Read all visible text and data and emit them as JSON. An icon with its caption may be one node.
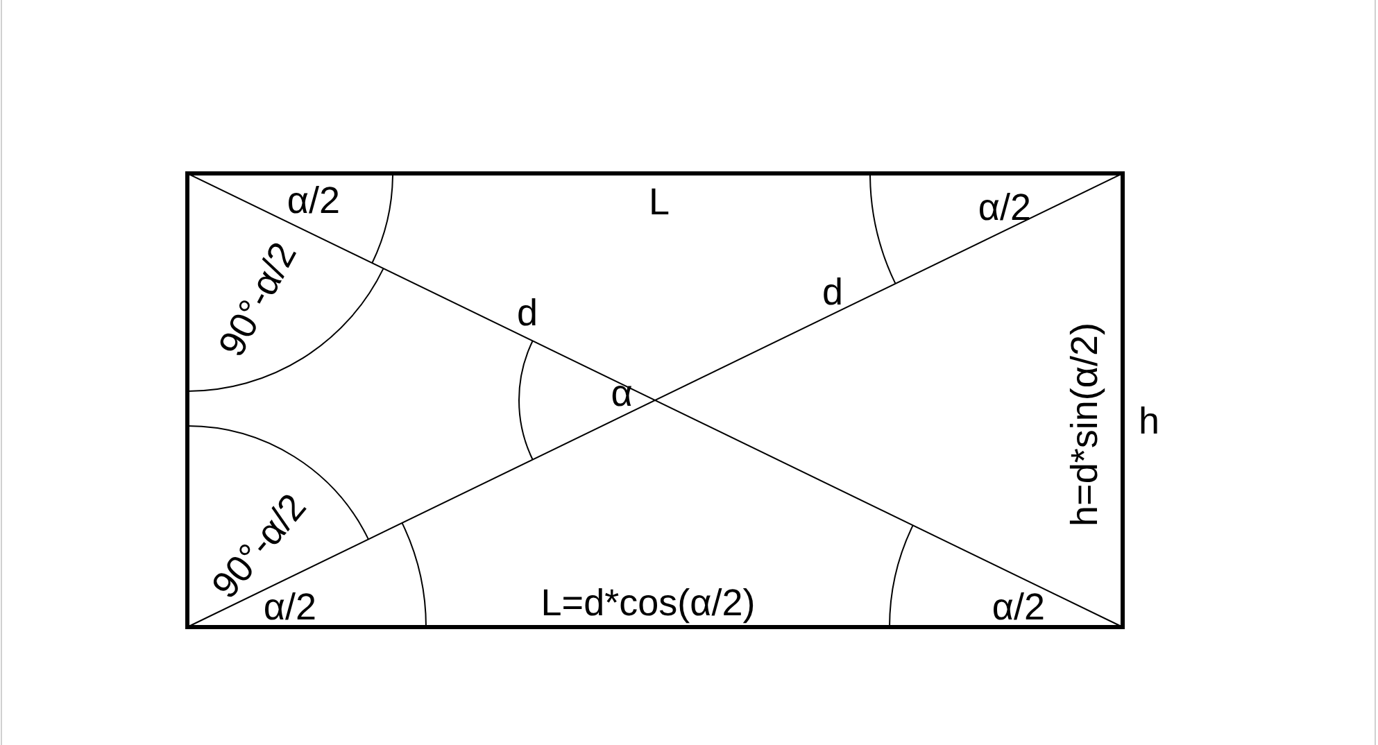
{
  "diagram": {
    "labels": [
      "α/2",
      "L",
      "α/2",
      "90°-α/2",
      "d",
      "d",
      "α",
      "h=d*sin(α/2)",
      "h",
      "90°-α/2",
      "α/2",
      "L=d*cos(α/2)",
      "α/2"
    ]
  }
}
